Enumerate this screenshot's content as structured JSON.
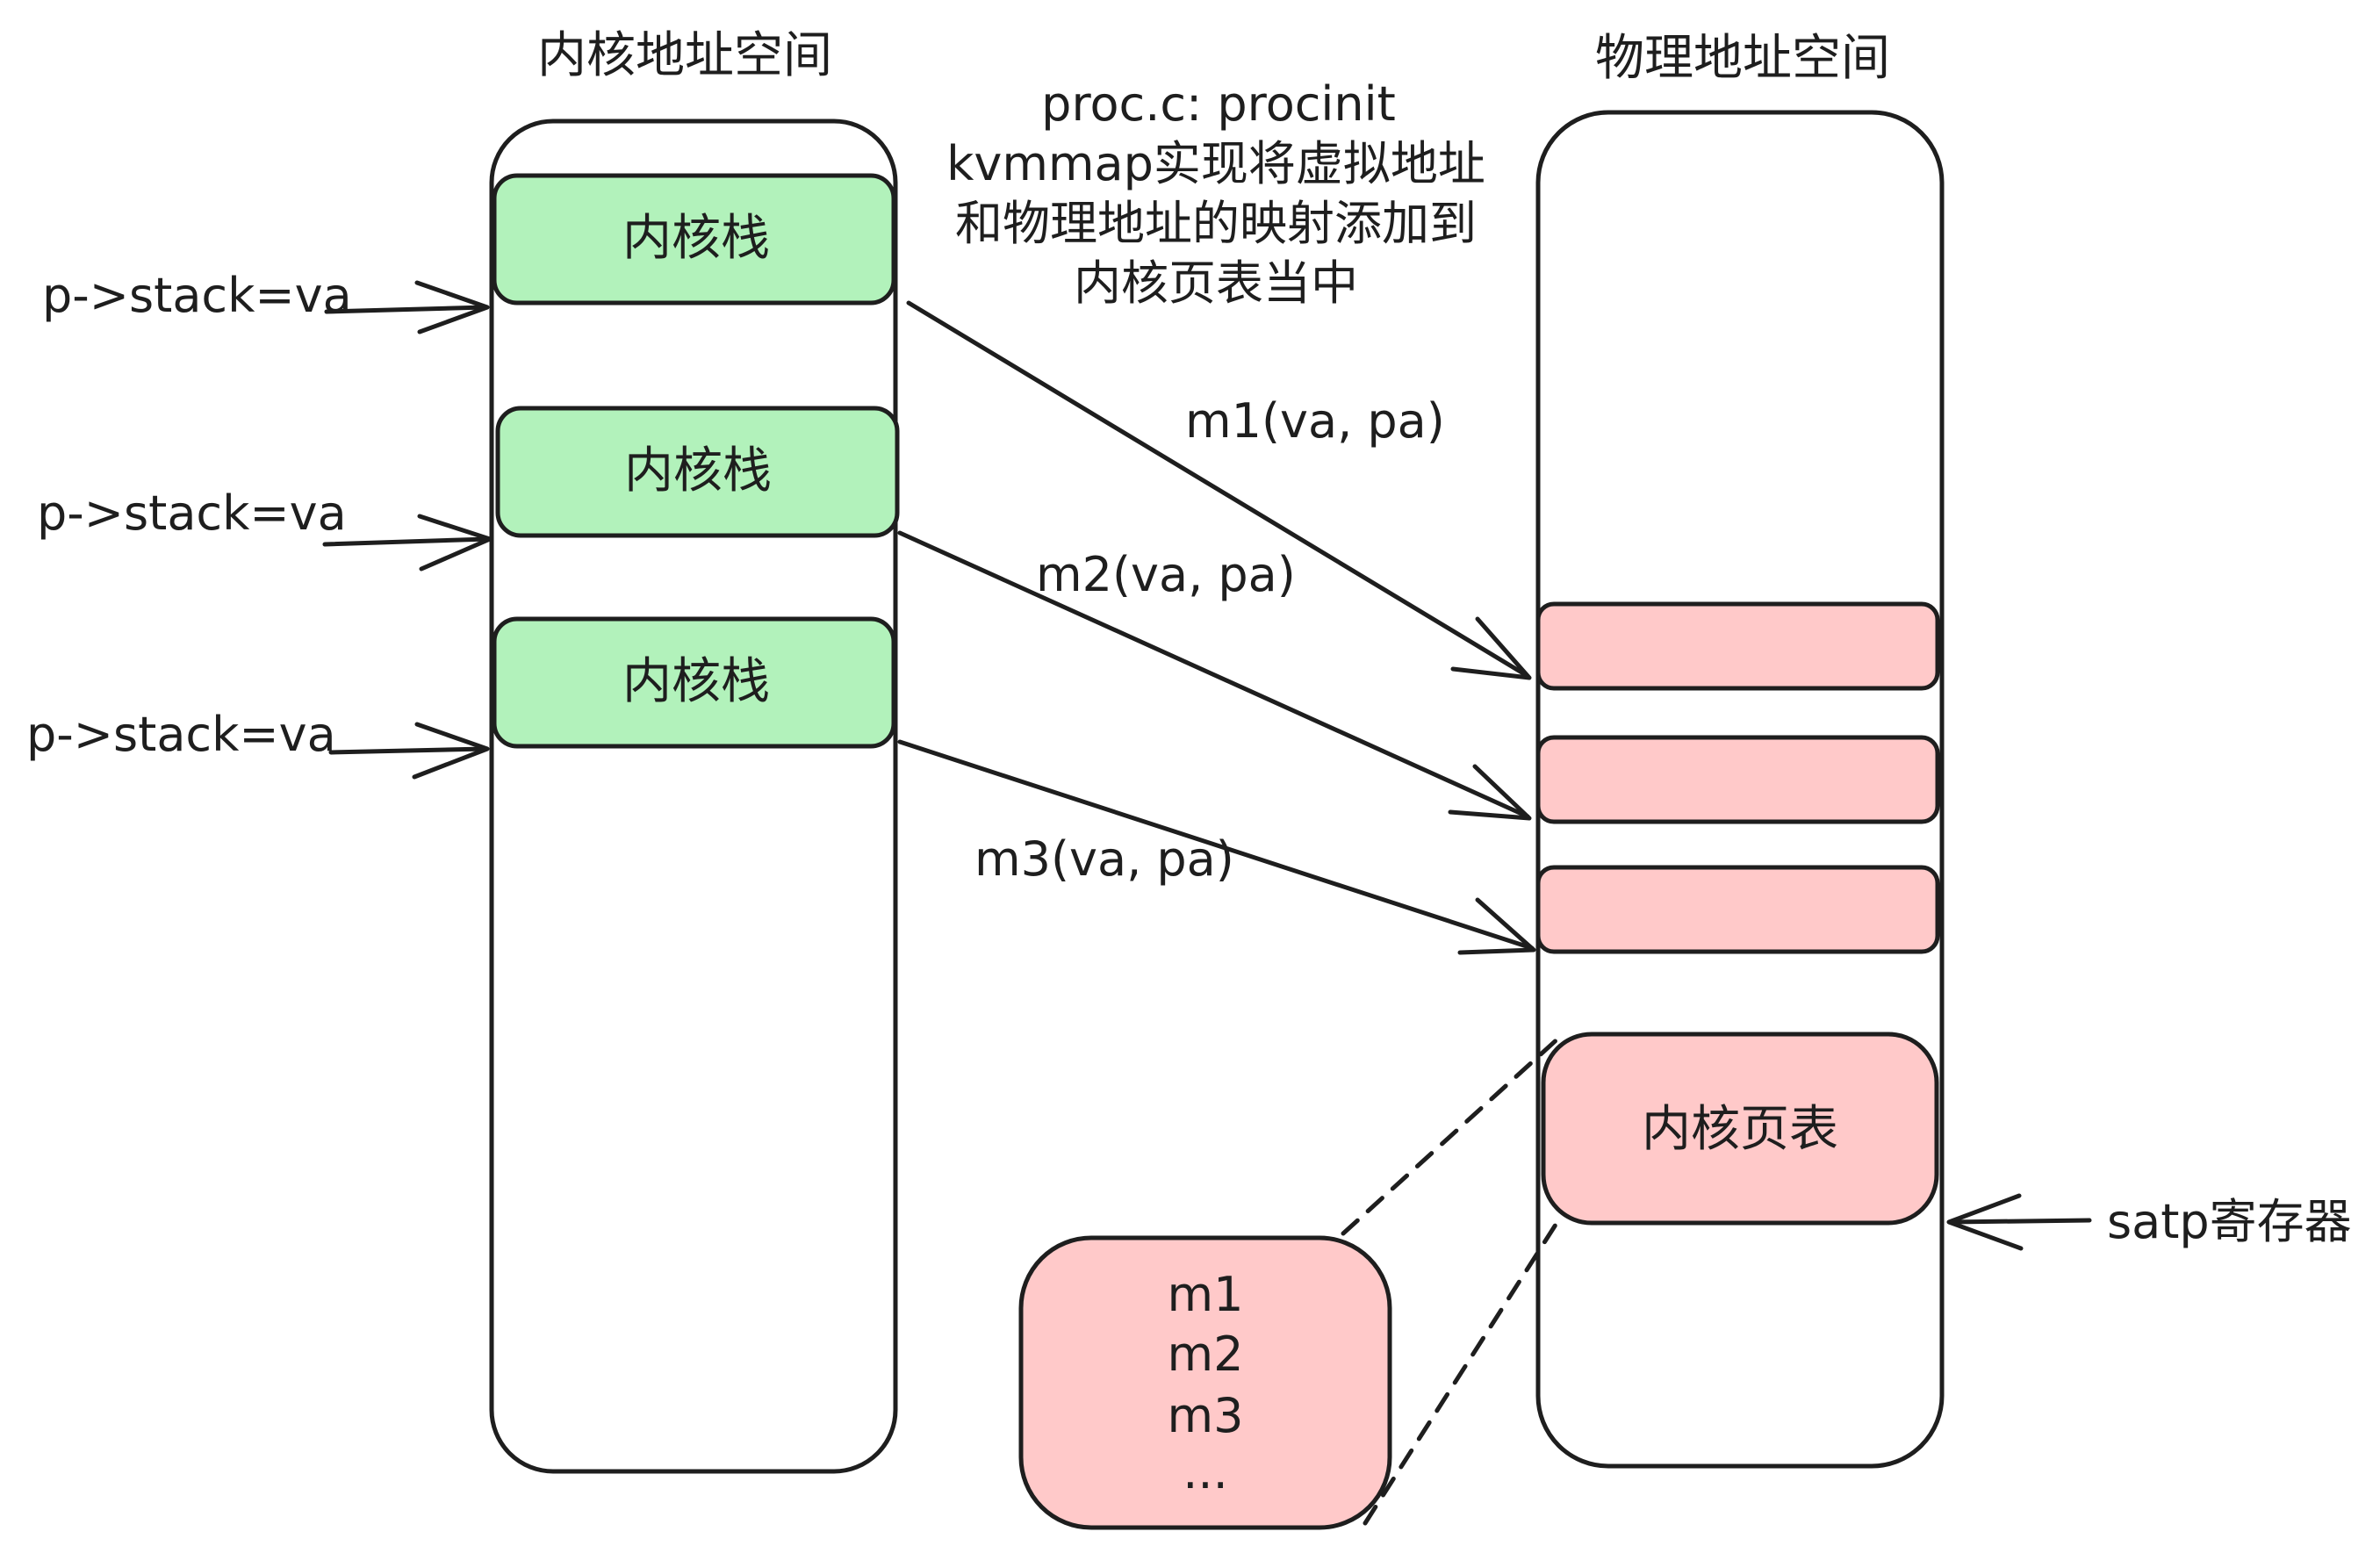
{
  "colors": {
    "stroke": "#1e1e1e",
    "kernel_stack_fill": "#b2f2bb",
    "physical_block_fill": "#ffc9c9",
    "background": "#ffffff"
  },
  "kernel_space": {
    "title": "内核地址空间",
    "stack_label": "内核栈"
  },
  "physical_space": {
    "title": "物理地址空间",
    "page_table_label": "内核页表"
  },
  "stack_pointer_label": "p->stack=va",
  "note_lines": [
    "proc.c: procinit",
    "kvmmap实现将虚拟地址",
    "和物理地址的映射添加到",
    "内核页表当中"
  ],
  "mappings": [
    "m1(va, pa)",
    "m2(va, pa)",
    "m3(va, pa)"
  ],
  "page_table_entries": [
    "m1",
    "m2",
    "m3",
    "..."
  ],
  "satp_label": "satp寄存器"
}
